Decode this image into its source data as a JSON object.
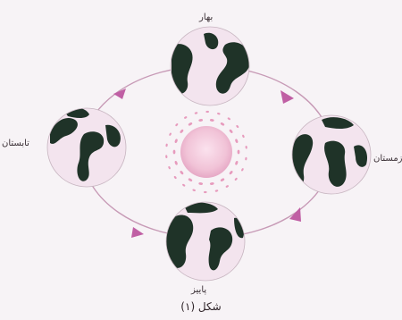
{
  "labels": {
    "top": "بهار",
    "left": "تابستان",
    "right": "زمستان",
    "bottom": "پاییز"
  },
  "caption": "شکل (۱)",
  "colors": {
    "background": "#f7f3f6",
    "orbit": "#c79ab6",
    "arrow": "#c05fa4",
    "sun": "#f1c3d7",
    "sun_rays": "#e79bbd",
    "earth_land": "#1f3328",
    "earth_water": "#f3e4ee"
  }
}
